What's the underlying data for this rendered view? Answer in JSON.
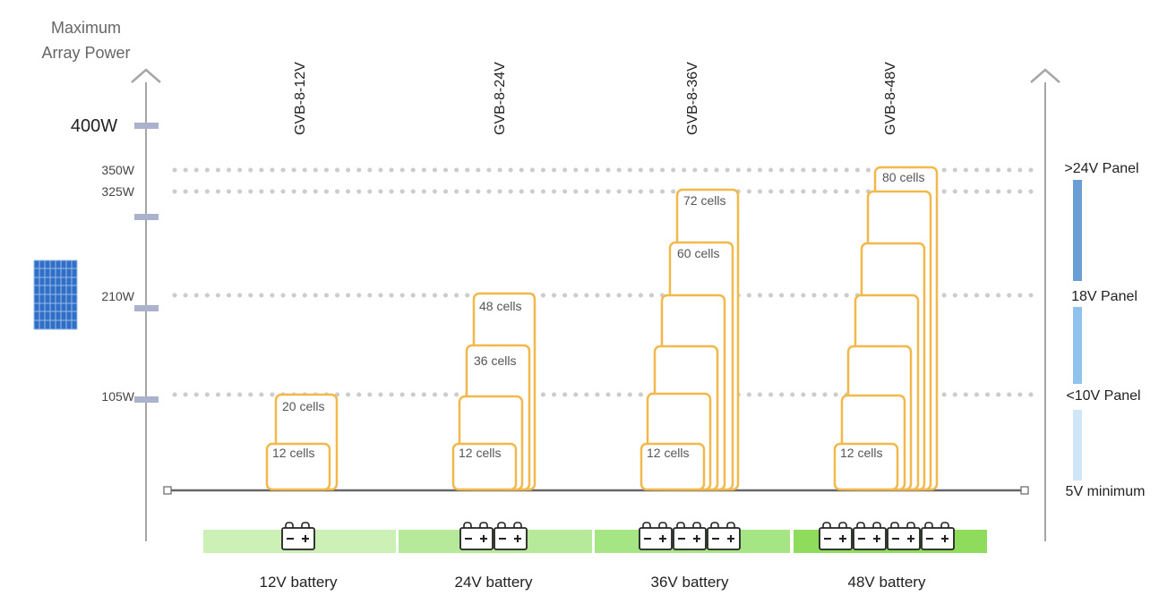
{
  "left_axis": {
    "title_lines": [
      "Maximum",
      "Array Power"
    ],
    "max_label": "400W",
    "labels": [
      "350W",
      "325W",
      "210W",
      "105W"
    ]
  },
  "right_axis": {
    "labels": [
      ">24V Panel",
      "18V Panel",
      "<10V Panel",
      "5V minimum"
    ]
  },
  "controllers": [
    "GVB-8-12V",
    "GVB-8-24V",
    "GVB-8-36V",
    "GVB-8-48V"
  ],
  "cell_labels": {
    "12v": [
      "12 cells",
      "20 cells"
    ],
    "24v": [
      "12 cells",
      "36 cells",
      "48 cells"
    ],
    "36v": [
      "12 cells",
      "60 cells",
      "72 cells"
    ],
    "48v": [
      "12 cells",
      "80 cells"
    ]
  },
  "batteries": [
    {
      "label": "12V battery",
      "count": 1,
      "color": "#cdf0b7"
    },
    {
      "label": "24V battery",
      "count": 2,
      "color": "#b6e99a"
    },
    {
      "label": "36V battery",
      "count": 3,
      "color": "#a5e583"
    },
    {
      "label": "48V battery",
      "count": 4,
      "color": "#8fdc5c"
    }
  ],
  "colors": {
    "panel_outline": "#f2b84b",
    "axis": "#a6a6a6",
    "tick": "#aab2cc",
    "dotted": "#cccccc",
    "blue_dark": "#6a9fd6",
    "blue_mid": "#8fc3ee",
    "blue_light": "#cfe6f8",
    "solar_panel": "#2f6fc7"
  },
  "icons": [
    "solar-panel-icon",
    "battery-icon"
  ]
}
